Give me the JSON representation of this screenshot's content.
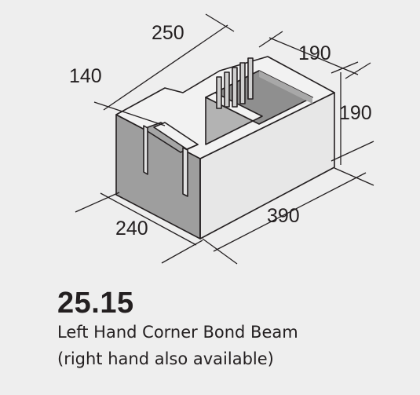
{
  "product": {
    "code": "25.15",
    "name": "Left Hand Corner Bond Beam",
    "note": "(right hand also available)"
  },
  "dimensions": {
    "top_length": "250",
    "top_depth": "140",
    "width": "190",
    "height": "190",
    "base_width": "240",
    "length": "390"
  },
  "colors": {
    "background": "#eeeeee",
    "face_front": "#e7e7e7",
    "face_top": "#f2f2f2",
    "face_side": "#9e9e9e",
    "face_inner": "#a6a6a6",
    "cavity": "#8f8f8f",
    "line": "#231f20"
  }
}
